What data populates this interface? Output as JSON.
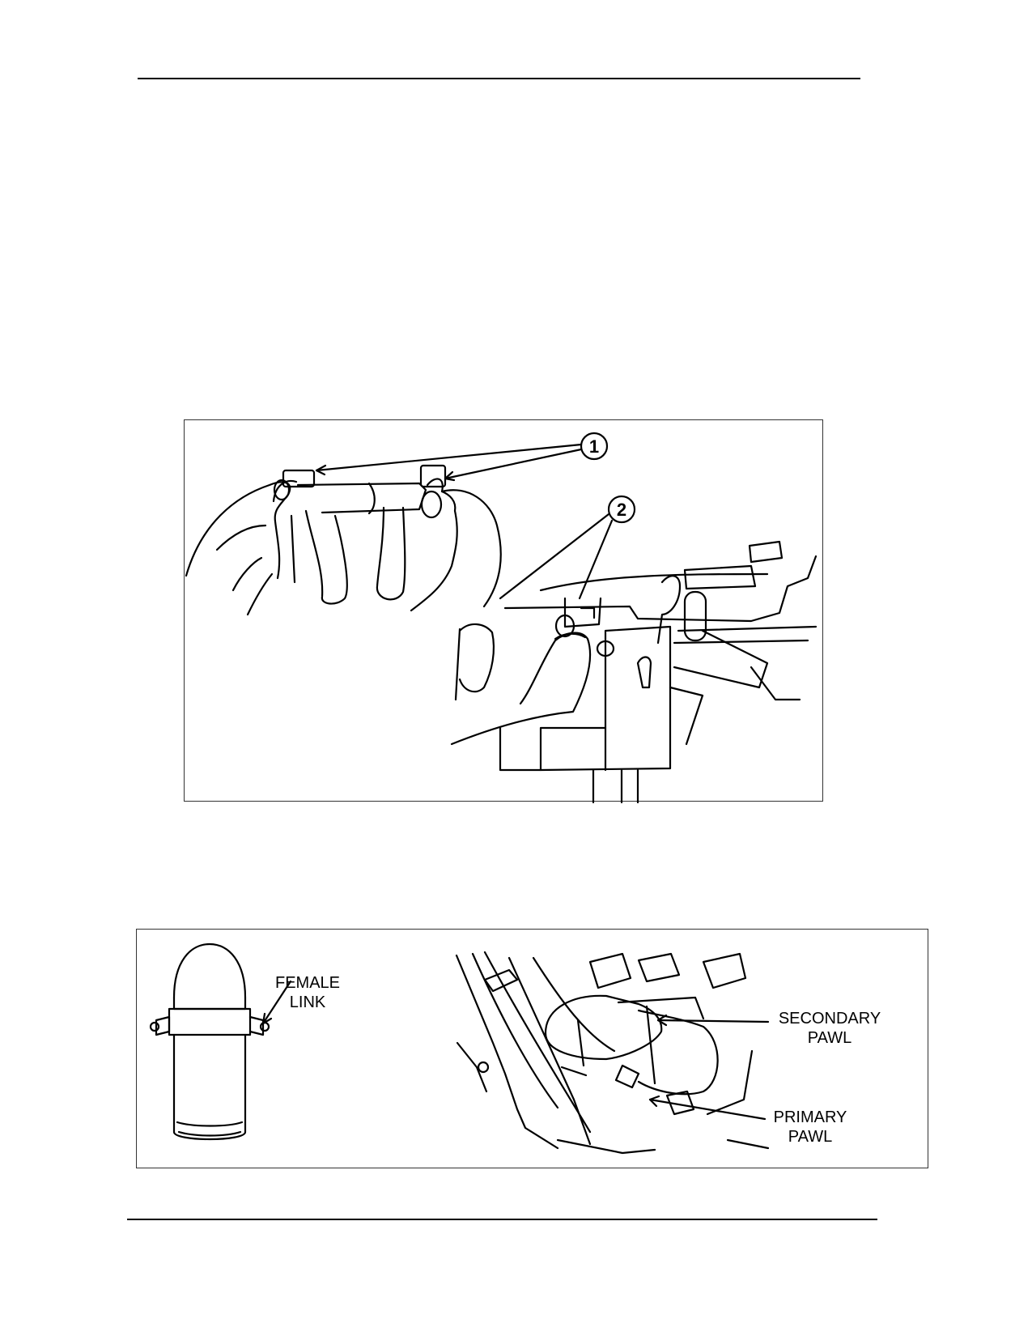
{
  "figure1": {
    "callout_1": "1",
    "callout_2": "2"
  },
  "figure2": {
    "female_link_line1": "FEMALE",
    "female_link_line2": "LINK",
    "secondary_pawl_line1": "SECONDARY",
    "secondary_pawl_line2": "PAWL",
    "primary_pawl_line1": "PRIMARY",
    "primary_pawl_line2": "PAWL"
  }
}
